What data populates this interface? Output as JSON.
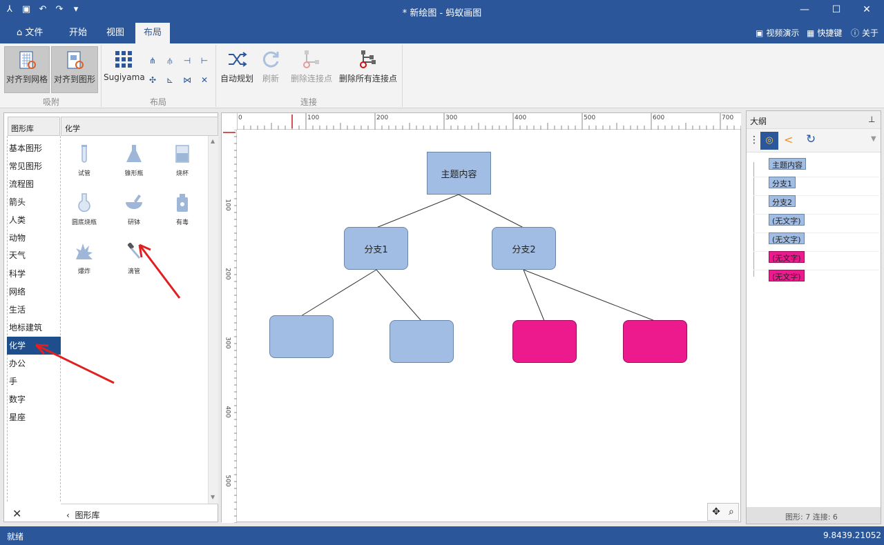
{
  "window": {
    "title": "* 新绘图 - 蚂蚁画图"
  },
  "tabs": [
    {
      "label": "文件"
    },
    {
      "label": "开始"
    },
    {
      "label": "视图"
    },
    {
      "label": "布局"
    }
  ],
  "header_links": {
    "video_demo": "视频演示",
    "shortcuts": "快捷键",
    "about": "关于"
  },
  "ribbon": {
    "snap": {
      "align_grid": "对齐到网格",
      "align_shape": "对齐到图形",
      "group_label": "吸附"
    },
    "layout": {
      "sugiyama": "Sugiyama",
      "group_label": "布局"
    },
    "connect": {
      "auto_plan": "自动规划",
      "refresh": "刷新",
      "delete_point": "删除连接点",
      "delete_all_points": "删除所有连接点",
      "group_label": "连接"
    }
  },
  "library": {
    "header": "图形库",
    "categories": [
      "基本图形",
      "常见图形",
      "流程图",
      "箭头",
      "人类",
      "动物",
      "天气",
      "科学",
      "网络",
      "生活",
      "地标建筑",
      "化学",
      "办公",
      "手",
      "数字",
      "星座"
    ],
    "selected_category": "化学",
    "shapes_header": "化学",
    "shapes": [
      "试管",
      "锥形瓶",
      "烧杯",
      "圆底烧瓶",
      "研钵",
      "有毒",
      "爆炸",
      "滴管"
    ],
    "back_label": "图形库"
  },
  "canvas": {
    "ruler_h": [
      "0",
      "100",
      "200",
      "300",
      "400",
      "500",
      "600",
      "700"
    ],
    "ruler_v": [
      "100",
      "200",
      "300",
      "400",
      "500"
    ],
    "nodes": {
      "root": "主题内容",
      "branch1": "分支1",
      "branch2": "分支2"
    }
  },
  "outline": {
    "title": "大纲",
    "items": [
      "主题内容",
      "分支1",
      "分支2",
      "(无文字)",
      "(无文字)",
      "(无文字)",
      "(无文字)"
    ],
    "footer": "图形: 7   连接: 6"
  },
  "status": {
    "text": "就绪",
    "version": "9.8439.21052"
  },
  "colors": {
    "accent": "#2b579a",
    "node_blue": "#a1bde3",
    "node_magenta": "#ec1a8c"
  }
}
